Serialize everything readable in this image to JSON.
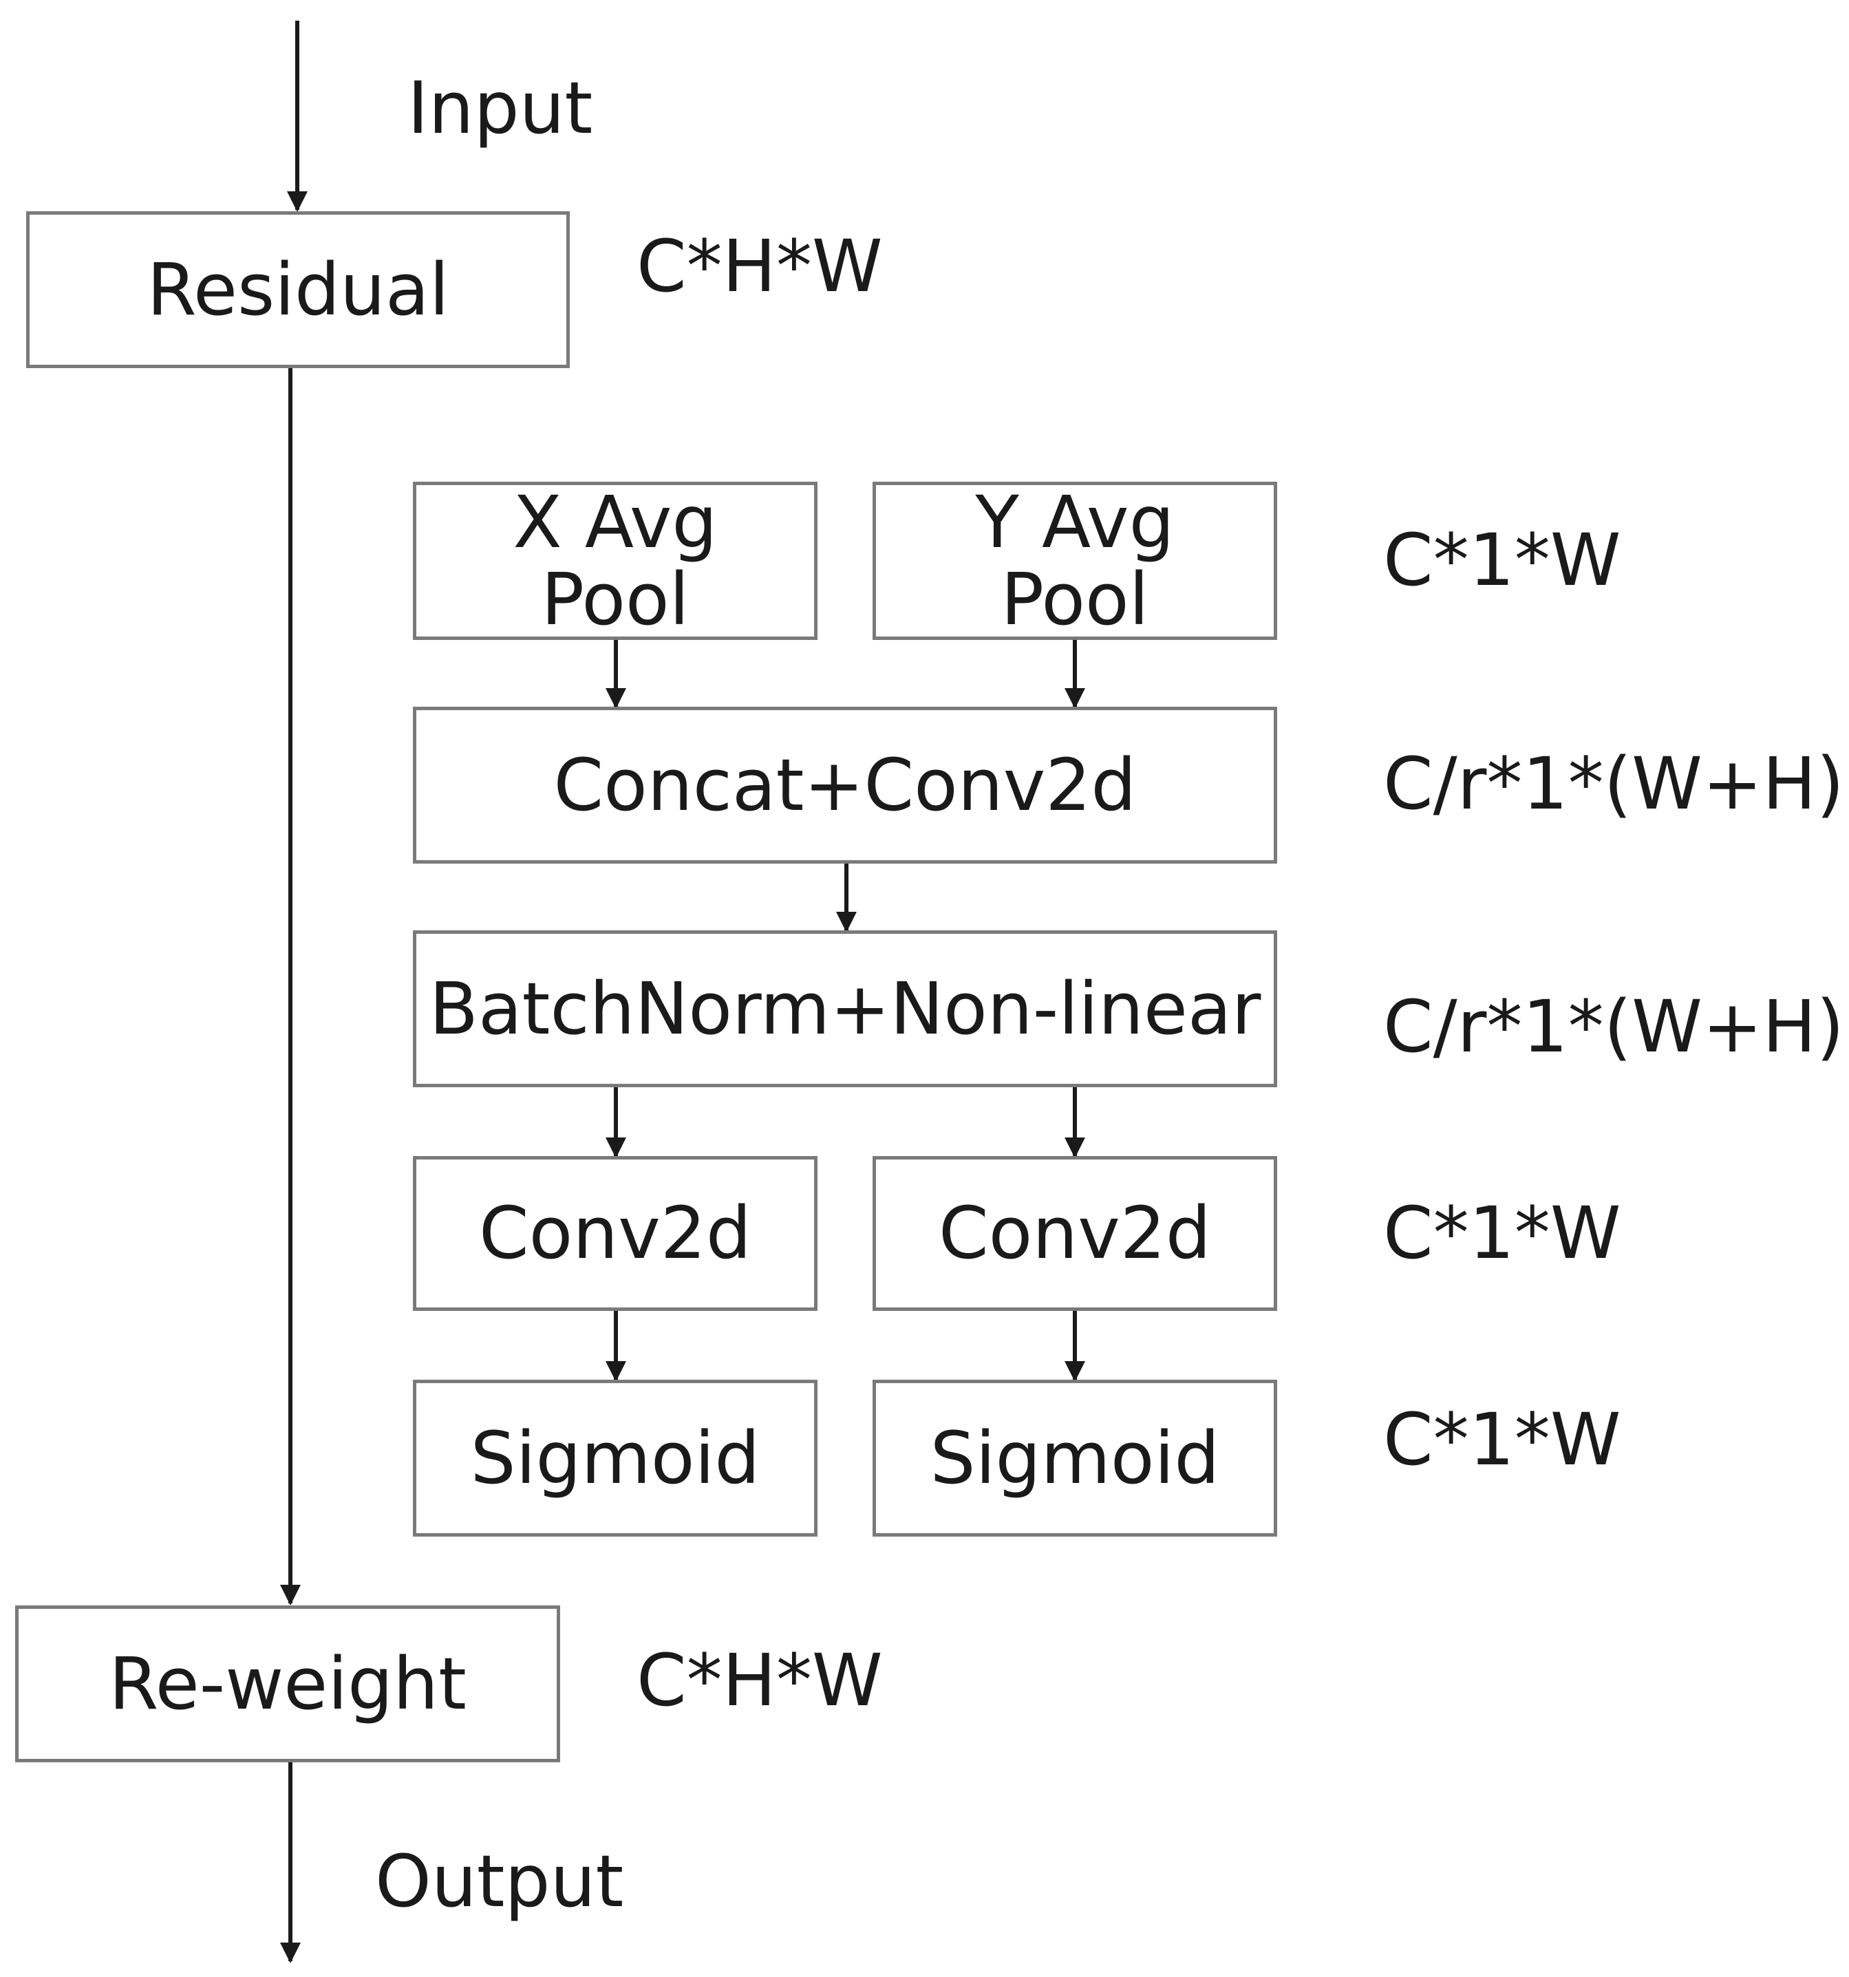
{
  "flow": {
    "input_label": "Input",
    "output_label": "Output"
  },
  "blocks": {
    "residual": "Residual",
    "x_avg_pool_line1": "X Avg",
    "x_avg_pool_line2": "Pool",
    "y_avg_pool_line1": "Y Avg",
    "y_avg_pool_line2": "Pool",
    "concat_conv": "Concat+Conv2d",
    "batchnorm": "BatchNorm+Non-linear",
    "conv2d_left": "Conv2d",
    "conv2d_right": "Conv2d",
    "sigmoid_left": "Sigmoid",
    "sigmoid_right": "Sigmoid",
    "reweight": "Re-weight"
  },
  "dims": {
    "residual": "C*H*W",
    "pool": "C*1*W",
    "concat": "C/r*1*(W+H)",
    "batchnorm": "C/r*1*(W+H)",
    "conv2d": "C*1*W",
    "sigmoid": "C*1*W",
    "reweight": "C*H*W"
  },
  "colors": {
    "border": "#7a7a7a",
    "line": "#1a1a1a",
    "text": "#1a1a1a"
  }
}
